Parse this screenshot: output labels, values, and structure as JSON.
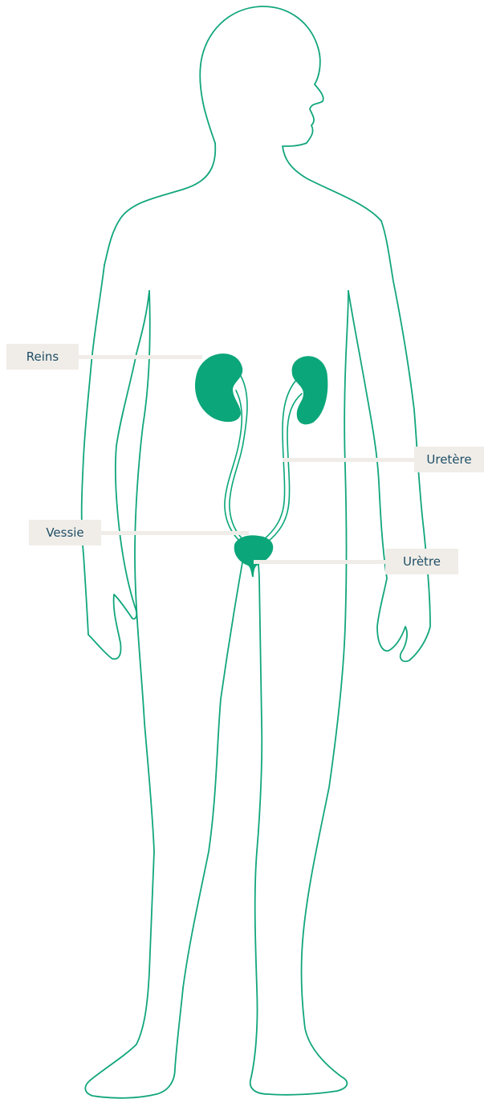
{
  "colors": {
    "outline": "#12a67c",
    "organ": "#0ba679",
    "label_bg": "#f0ede8",
    "label_text": "#1f4e66"
  },
  "labels": {
    "reins": "Reins",
    "uretere": "Uretère",
    "vessie": "Vessie",
    "uretre": "Urètre"
  }
}
